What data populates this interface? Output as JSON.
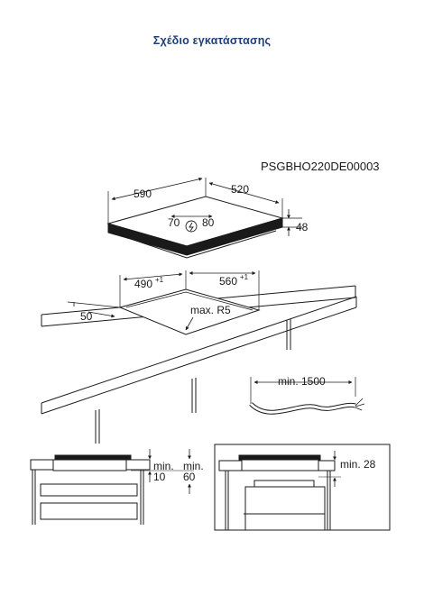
{
  "header": {
    "title": "Σχέδιο εγκατάστασης"
  },
  "diagram": {
    "code": "PSGBHO220DE00003",
    "hob": {
      "width": "590",
      "depth": "520",
      "height": "48",
      "cable_left": "70",
      "cable_right": "80"
    },
    "cutout": {
      "width": "560",
      "width_tol": "+1",
      "depth": "490",
      "depth_tol": "+1",
      "edge": "50",
      "radius": "max. R5"
    },
    "cable": {
      "length": "min. 1500"
    },
    "side_left": {
      "min_label_a": "min.",
      "value_a": "10",
      "min_label_b": "min.",
      "value_b": "60"
    },
    "side_right": {
      "min_label": "min. 28"
    }
  }
}
